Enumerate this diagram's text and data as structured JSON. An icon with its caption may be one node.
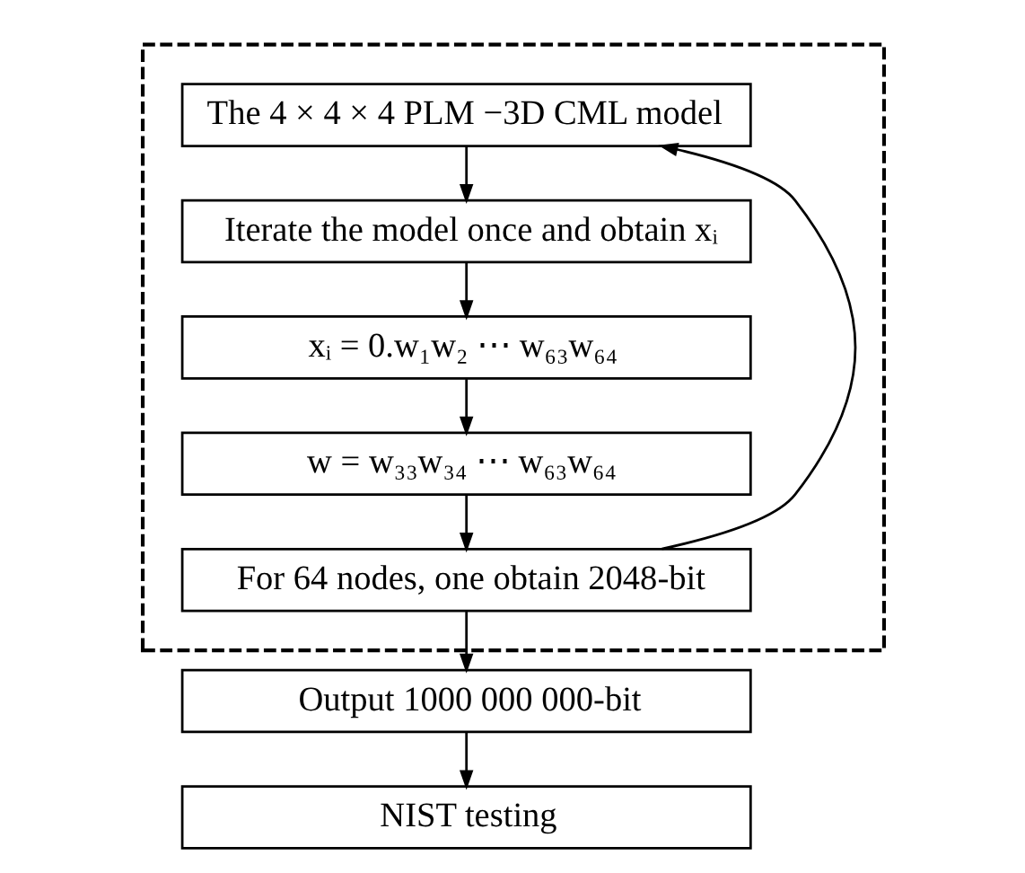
{
  "diagram": {
    "nodes": [
      {
        "text": [],
        "shape": "box"
      },
      {
        "text": [
          "The 4 × 4 × 4 PLM −3D CML model"
        ],
        "in": 0
      },
      {
        "text": [
          "Iterate the model once and obtain xᵢ"
        ],
        "in": 0
      },
      {
        "text": [
          "xᵢ = 0.w₁w₂ ⋯ w₆₃w₆₄"
        ],
        "in": 0
      },
      {
        "text": [
          "w = w₃₃w₃₄ ⋯ w₆₃w₆₄"
        ],
        "in": 0
      },
      {
        "text": [
          "For 64 nodes, one obtain 2048-bit"
        ],
        "in": 0
      },
      {
        "text": [
          "Output 1000 000 000-bit"
        ]
      },
      {
        "text": [
          "NIST testing"
        ]
      }
    ],
    "edges": [
      {
        "from": 1,
        "to": 2,
        "arrow": "to"
      },
      {
        "from": 2,
        "to": 3,
        "arrow": "to"
      },
      {
        "from": 3,
        "to": 4,
        "arrow": "to"
      },
      {
        "from": 4,
        "to": 5,
        "arrow": "to"
      },
      {
        "from": 5,
        "to": 6,
        "arrow": "to"
      },
      {
        "from": 6,
        "to": 7,
        "arrow": "to"
      },
      {
        "from": 5,
        "to": 0,
        "arrow": "to"
      }
    ]
  }
}
